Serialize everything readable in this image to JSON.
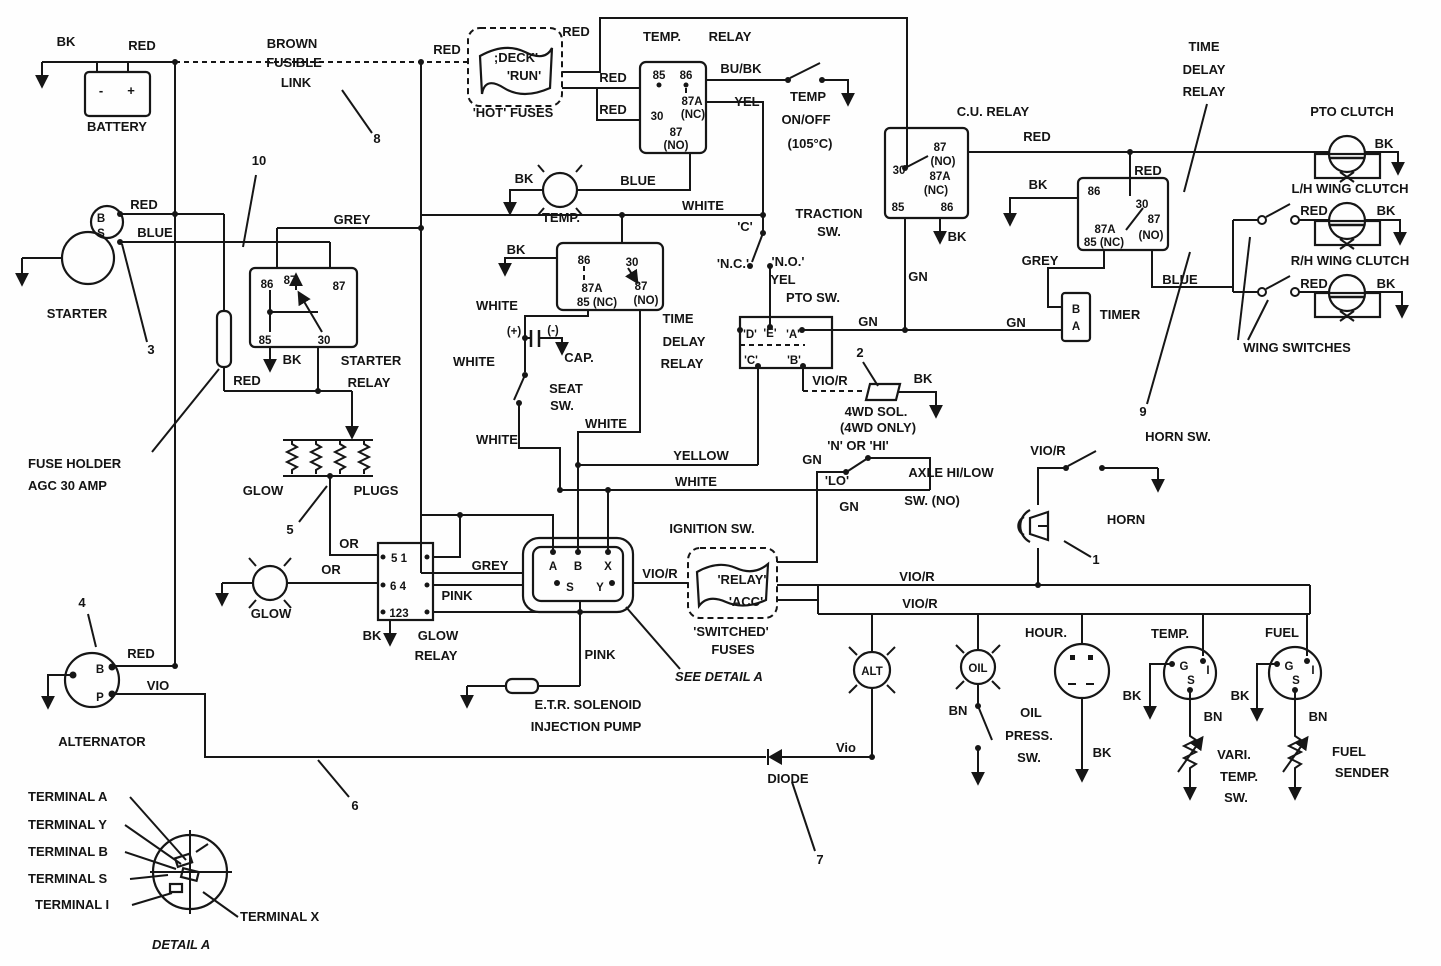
{
  "w": {
    "red": "RED",
    "bk": "BK",
    "blue": "BLUE",
    "grey": "GREY",
    "white": "WHITE",
    "yellow": "YELLOW",
    "yel": "YEL",
    "pink": "PINK",
    "orange": "OR",
    "gn": "GN",
    "bn": "BN",
    "vio": "VIO",
    "violc": "Vio",
    "vior": "VIO/R",
    "bubk": "BU/BK"
  },
  "n": {
    "1": "1",
    "2": "2",
    "3": "3",
    "4": "4",
    "5": "5",
    "6": "6",
    "7": "7",
    "8": "8",
    "9": "9",
    "10": "10"
  },
  "pin": {
    "p30": "30",
    "p85": "85",
    "p86": "86",
    "p87": "87",
    "p87a": "87A",
    "nc": "(NC)",
    "no": "(NO)",
    "p85nc": "85 (NC)",
    "g51": "5 1",
    "g64": "6 4",
    "g123": "123",
    "a": "A",
    "b": "B",
    "x": "X",
    "s": "S",
    "y": "Y",
    "g": "G",
    "i": "I",
    "d": "'D'",
    "e": "'E'",
    "qa": "'A'",
    "qb": "'B'",
    "qc": "'C'",
    "minus": "-",
    "plus": "+"
  },
  "c": {
    "battery": "BATTERY",
    "brown1": "BROWN",
    "brown2": "FUSIBLE",
    "brown3": "LINK",
    "deck": ";DECK'",
    "run": "'RUN'",
    "hotfuses": "'HOT' FUSES",
    "temprelay1": "TEMP.",
    "temprelay2": "RELAY",
    "tempsw1": "TEMP",
    "tempsw2": "ON/OFF",
    "tempsw3": "(105°C)",
    "tempsensor": "TEMP.",
    "traction1": "TRACTION",
    "traction2": "SW.",
    "nc": "'N.C.'",
    "no": "'N.O.'",
    "ptosw": "PTO SW.",
    "cu": "C.U. RELAY",
    "tdr1": "TIME",
    "tdr2": "DELAY",
    "tdr3": "RELAY",
    "ptoclutch": "PTO CLUTCH",
    "lh": "L/H WING CLUTCH",
    "rh": "R/H WING CLUTCH",
    "wing": "WING SWITCHES",
    "timer": "TIMER",
    "starter": "STARTER",
    "strelay1": "STARTER",
    "strelay2": "RELAY",
    "fuse1": "FUSE HOLDER",
    "fuse2": "AGC 30 AMP",
    "glow": "GLOW",
    "plugs": "PLUGS",
    "glowlamp": "GLOW",
    "glowrelay1": "GLOW",
    "glowrelay2": "RELAY",
    "seat1": "SEAT",
    "seat2": "SW.",
    "cap": "CAP.",
    "capp": "(+)",
    "capm": "(-)",
    "sol1": "4WD SOL.",
    "sol2": "(4WD ONLY)",
    "nhi": "'N' OR 'HI'",
    "lo": "'LO'",
    "axle1": "AXLE HI/LOW",
    "axle2": "SW. (NO)",
    "ign": "IGNITION SW.",
    "sfrelay": "'RELAY'",
    "sfacc": "'ACC'",
    "sf1": "'SWITCHED'",
    "sf2": "FUSES",
    "see": "SEE DETAIL A",
    "etr1": "E.T.R. SOLENOID",
    "etr2": "INJECTION PUMP",
    "horn": "HORN",
    "hornsw": "HORN SW.",
    "alt": "ALT",
    "oil": "OIL",
    "hour": "HOUR.",
    "oil1": "OIL",
    "oil2": "PRESS.",
    "oil3": "SW.",
    "tempg": "TEMP.",
    "fuelg": "FUEL",
    "vari1": "VARI.",
    "vari2": "TEMP.",
    "vari3": "SW.",
    "fs1": "FUEL",
    "fs2": "SENDER",
    "diode": "DIODE",
    "ta": "TERMINAL A",
    "ty": "TERMINAL Y",
    "tb": "TERMINAL B",
    "ts": "TERMINAL S",
    "ti": "TERMINAL I",
    "tx": "TERMINAL X",
    "detail": "DETAIL A"
  }
}
